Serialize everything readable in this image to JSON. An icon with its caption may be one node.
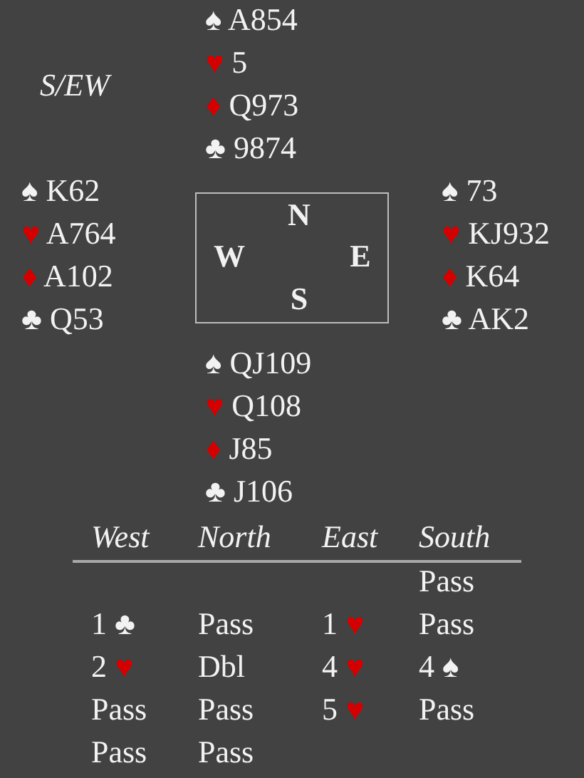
{
  "diagram": {
    "nodes": [
      {
        "text": [
          "N",
          "W",
          "E",
          "S"
        ]
      }
    ],
    "edges": [],
    "labels": [
      "♠ A854",
      "S/EW",
      "♥ 5",
      "♦ Q973",
      "♣ 9874",
      "♠ K62",
      "♠ 73",
      "♥ A764",
      "♥ KJ932",
      "♦ A102",
      "♦ K64",
      "♣ Q53",
      "♣ AK2",
      "♠ QJ109",
      "♥ Q108",
      "♦ J85",
      "♣ J106",
      "West",
      "North",
      "East",
      "South",
      "Pass",
      "1 ♣",
      "Pass",
      "1 ♥",
      "Pass",
      "2 ♥",
      "Dbl",
      "4 ♥",
      "4 ♠",
      "Pass",
      "Pass",
      "5 ♥",
      "Pass",
      "Pass",
      "Pass"
    ]
  }
}
